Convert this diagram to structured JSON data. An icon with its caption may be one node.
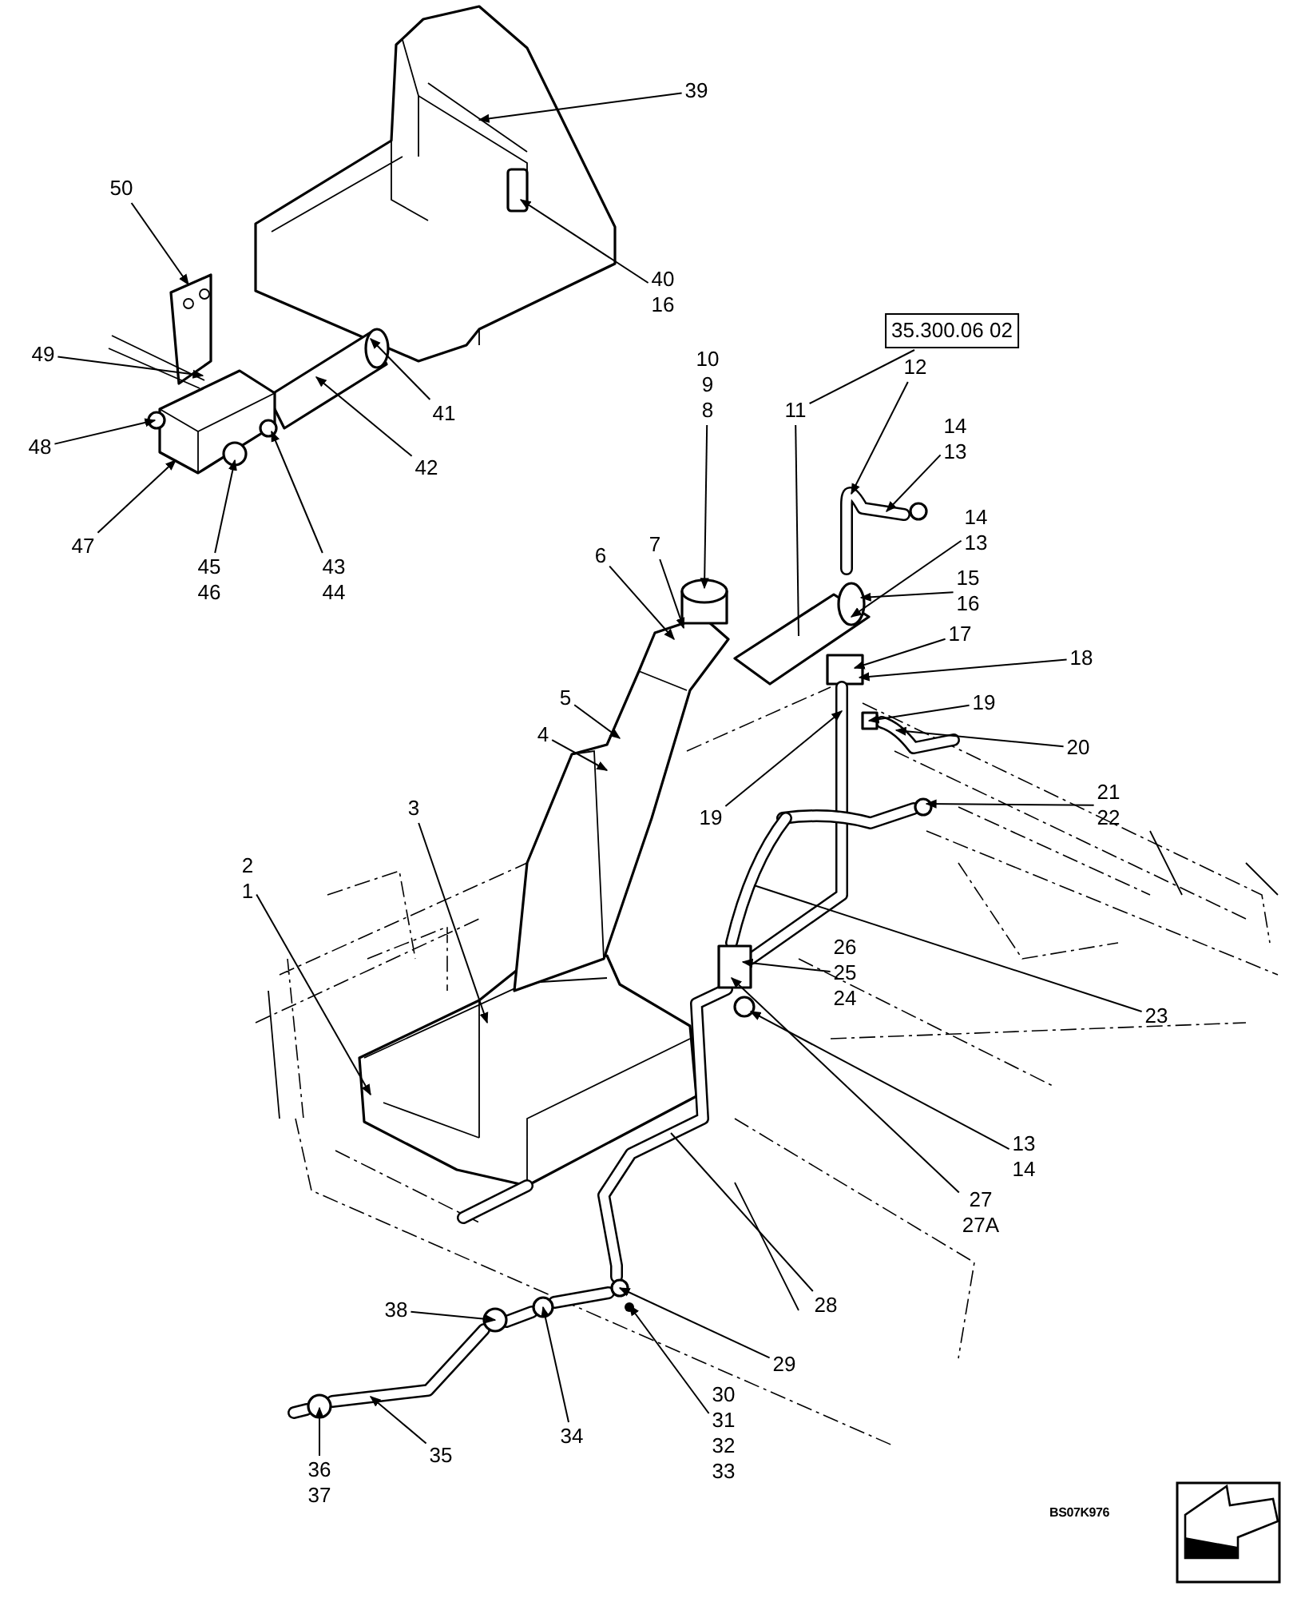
{
  "diagram": {
    "nodes": [
      {
        "text": [
          "39"
        ]
      },
      {
        "text": [
          "40",
          "16"
        ]
      },
      {
        "text": [
          "50"
        ]
      },
      {
        "text": [
          "49"
        ]
      },
      {
        "text": [
          "48"
        ]
      },
      {
        "text": [
          "47"
        ]
      },
      {
        "text": [
          "45",
          "46"
        ]
      },
      {
        "text": [
          "43",
          "44"
        ]
      },
      {
        "text": [
          "42"
        ]
      },
      {
        "text": [
          "41"
        ]
      },
      {
        "text": [
          "10",
          "9",
          "8"
        ]
      },
      {
        "text": [
          "11"
        ]
      },
      {
        "text": [
          "35.300.06 02"
        ]
      },
      {
        "text": [
          "12"
        ]
      },
      {
        "text": [
          "14",
          "13"
        ]
      },
      {
        "text": [
          "14",
          "13"
        ]
      },
      {
        "text": [
          "15",
          "16"
        ]
      },
      {
        "text": [
          "7"
        ]
      },
      {
        "text": [
          "6"
        ]
      },
      {
        "text": [
          "5"
        ]
      },
      {
        "text": [
          "4"
        ]
      },
      {
        "text": [
          "17"
        ]
      },
      {
        "text": [
          "18"
        ]
      },
      {
        "text": [
          "19"
        ]
      },
      {
        "text": [
          "19"
        ]
      },
      {
        "text": [
          "20"
        ]
      },
      {
        "text": [
          "21",
          "22"
        ]
      },
      {
        "text": [
          "3"
        ]
      },
      {
        "text": [
          "2",
          "1"
        ]
      },
      {
        "text": [
          "26",
          "25",
          "24"
        ]
      },
      {
        "text": [
          "23"
        ]
      },
      {
        "text": [
          "13",
          "14"
        ]
      },
      {
        "text": [
          "27",
          "27A"
        ]
      },
      {
        "text": [
          "28"
        ]
      },
      {
        "text": [
          "29"
        ]
      },
      {
        "text": [
          "30",
          "31",
          "32",
          "33"
        ]
      },
      {
        "text": [
          "38"
        ]
      },
      {
        "text": [
          "34"
        ]
      },
      {
        "text": [
          "35"
        ]
      },
      {
        "text": [
          "36",
          "37"
        ]
      }
    ],
    "edges": [
      {
        "from": 0,
        "to": null,
        "arrow": "to"
      },
      {
        "from": 1,
        "to": null,
        "arrow": "to"
      },
      {
        "from": 2,
        "to": null,
        "arrow": "to"
      },
      {
        "from": 3,
        "to": null,
        "arrow": "to"
      },
      {
        "from": 4,
        "to": null,
        "arrow": "to"
      },
      {
        "from": 5,
        "to": null,
        "arrow": "to"
      },
      {
        "from": 6,
        "to": null,
        "arrow": "to"
      },
      {
        "from": 7,
        "to": null,
        "arrow": "to"
      },
      {
        "from": 8,
        "to": null,
        "arrow": "to"
      },
      {
        "from": 9,
        "to": null,
        "arrow": "to"
      },
      {
        "from": 10,
        "to": null,
        "arrow": "to"
      },
      {
        "from": 11,
        "to": null,
        "arrow": "none"
      },
      {
        "from": 12,
        "to": 11,
        "arrow": "none"
      },
      {
        "from": 13,
        "to": null,
        "arrow": "to"
      },
      {
        "from": 14,
        "to": null,
        "arrow": "to"
      },
      {
        "from": 15,
        "to": null,
        "arrow": "to"
      },
      {
        "from": 16,
        "to": null,
        "arrow": "to"
      },
      {
        "from": 17,
        "to": null,
        "arrow": "to"
      },
      {
        "from": 18,
        "to": null,
        "arrow": "to"
      },
      {
        "from": 19,
        "to": null,
        "arrow": "to"
      },
      {
        "from": 20,
        "to": null,
        "arrow": "to"
      },
      {
        "from": 21,
        "to": null,
        "arrow": "to"
      },
      {
        "from": 22,
        "to": null,
        "arrow": "to"
      },
      {
        "from": 23,
        "to": null,
        "arrow": "to"
      },
      {
        "from": 24,
        "to": null,
        "arrow": "to"
      },
      {
        "from": 25,
        "to": null,
        "arrow": "to"
      },
      {
        "from": 26,
        "to": null,
        "arrow": "to"
      },
      {
        "from": 27,
        "to": null,
        "arrow": "to"
      },
      {
        "from": 28,
        "to": null,
        "arrow": "to"
      },
      {
        "from": 29,
        "to": null,
        "arrow": "to"
      },
      {
        "from": 30,
        "to": null,
        "arrow": "none"
      },
      {
        "from": 31,
        "to": null,
        "arrow": "to"
      },
      {
        "from": 32,
        "to": null,
        "arrow": "to"
      },
      {
        "from": 33,
        "to": null,
        "arrow": "none"
      },
      {
        "from": 34,
        "to": null,
        "arrow": "to"
      },
      {
        "from": 35,
        "to": null,
        "arrow": "to"
      },
      {
        "from": 36,
        "to": null,
        "arrow": "to"
      },
      {
        "from": 37,
        "to": null,
        "arrow": "to"
      },
      {
        "from": 38,
        "to": null,
        "arrow": "to"
      },
      {
        "from": 39,
        "to": null,
        "arrow": "to"
      }
    ],
    "labels": [
      "BS07K976"
    ]
  }
}
